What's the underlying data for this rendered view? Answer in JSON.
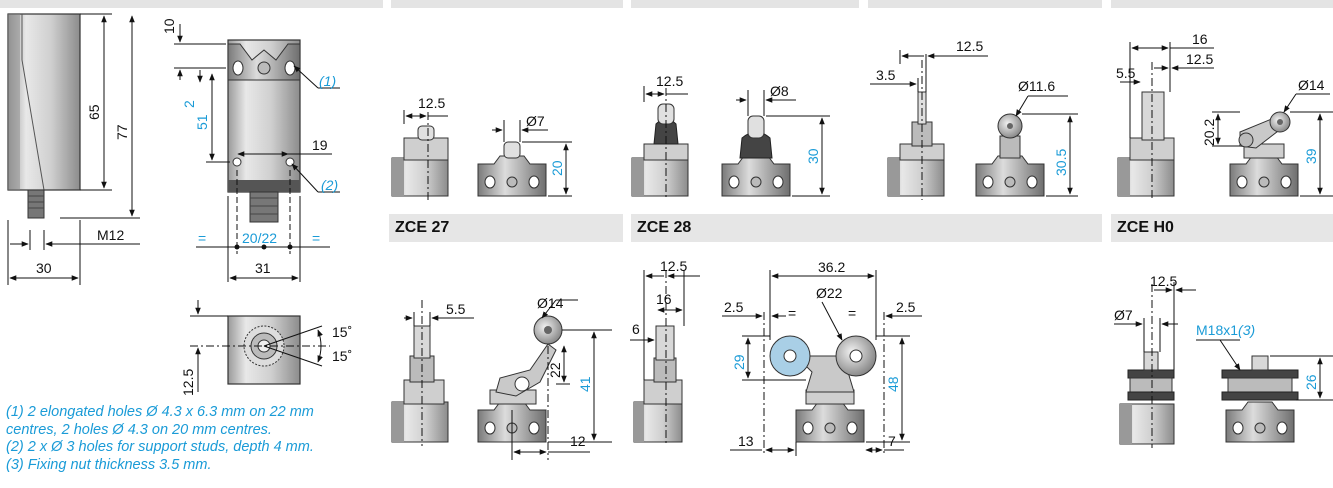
{
  "sections": [
    {
      "id": "zce27",
      "label": "ZCE 27"
    },
    {
      "id": "zce28",
      "label": "ZCE 28"
    },
    {
      "id": "zceh0",
      "label": "ZCE H0"
    }
  ],
  "notes": [
    "(1) 2 elongated holes Ø 4.3 x 6.3 mm on 22 mm",
    "centres, 2 holes Ø 4.3 on 20 mm centres.",
    "(2) 2 x Ø 3 holes for support studs, depth 4 mm.",
    "(3) Fixing nut thickness 3.5 mm."
  ],
  "dims": {
    "body": {
      "d10": "10",
      "d2": "2",
      "d51": "51",
      "d65": "65",
      "d77": "77",
      "d19": "19",
      "d2022": "20/22",
      "d31": "31",
      "d30": "30",
      "m12": "M12",
      "eq": "=",
      "ref1": "(1)",
      "ref2": "(2)",
      "d125": "12.5",
      "a15a": "15˚",
      "a15b": "15˚"
    },
    "plunger1": {
      "w": "12.5",
      "dia": "Ø7",
      "h": "20"
    },
    "plunger2": {
      "w": "12.5",
      "dia": "Ø8",
      "h": "30"
    },
    "roller1": {
      "w": "12.5",
      "off": "3.5",
      "dia": "Ø11.6",
      "h": "30.5"
    },
    "lever1": {
      "w16": "16",
      "w125": "12.5",
      "off": "5.5",
      "dia": "Ø14",
      "h20": "20.2",
      "h39": "39"
    },
    "zce27": {
      "off": "5.5",
      "dia": "Ø14",
      "h22": "22",
      "h41": "41",
      "d12": "12"
    },
    "zce28": {
      "w125": "12.5",
      "w16": "16",
      "off": "6",
      "d362": "36.2",
      "dia": "Ø22",
      "l25": "2.5",
      "r25": "2.5",
      "eq1": "=",
      "eq2": "=",
      "h29": "29",
      "h48": "48",
      "d13": "13",
      "d7": "7"
    },
    "zceh0": {
      "w125": "12.5",
      "dia": "Ø7",
      "thread": "M18x1",
      "ref3": "(3)",
      "h26": "26"
    }
  },
  "colors": {
    "accent": "#1a9bd7",
    "band": "#e6e6e6"
  }
}
